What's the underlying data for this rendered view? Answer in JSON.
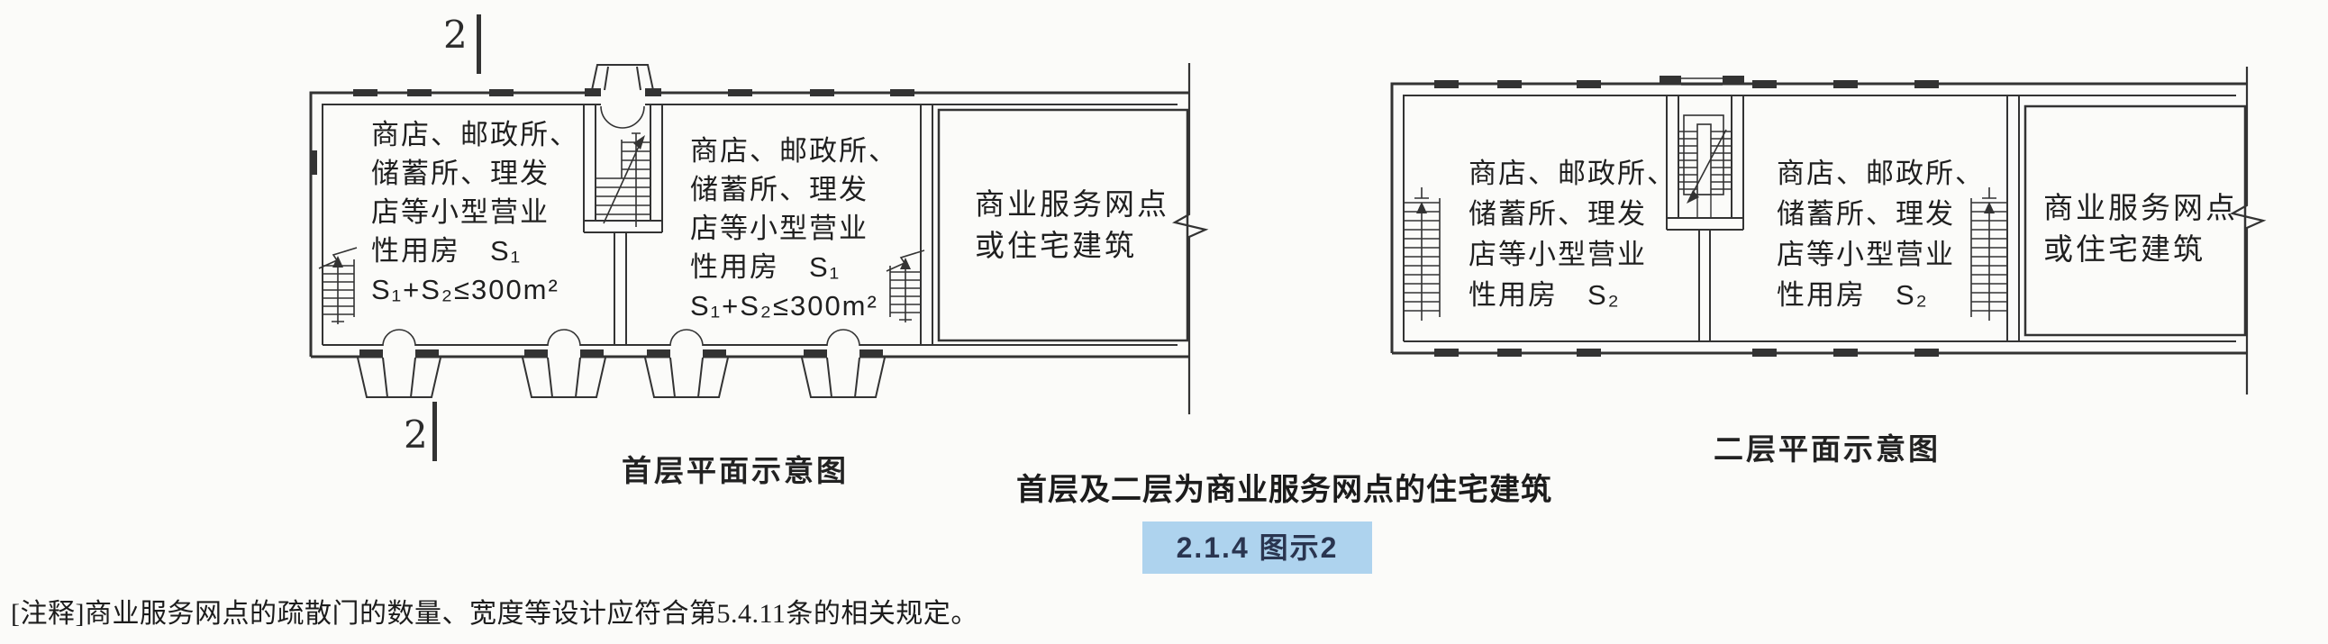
{
  "document": {
    "caption": "首层及二层为商业服务网点的住宅建筑",
    "figure_tag": "2.1.4 图示2",
    "note": "[注释]商业服务网点的疏散门的数量、宽度等设计应符合第5.4.11条的相关规定。"
  },
  "section_marker": {
    "label": "2"
  },
  "plan1": {
    "title": "首层平面示意图",
    "room_small": {
      "lines": [
        "商店、邮政所、",
        "储蓄所、理发",
        "店等小型营业",
        "性用房　S₁",
        "S₁+S₂≤300m²"
      ]
    },
    "room_outlet": {
      "lines": [
        "商业服务网点",
        "或住宅建筑"
      ]
    }
  },
  "plan2": {
    "title": "二层平面示意图",
    "room_small": {
      "lines": [
        "商店、邮政所、",
        "储蓄所、理发",
        "店等小型营业",
        "性用房　S₂"
      ]
    },
    "room_outlet": {
      "lines": [
        "商业服务网点",
        "或住宅建筑"
      ]
    }
  },
  "colors": {
    "highlight_bg": "#aed3ee",
    "tag_ink": "#2a3550",
    "line": "#333333",
    "paper": "#fbfbf9"
  }
}
